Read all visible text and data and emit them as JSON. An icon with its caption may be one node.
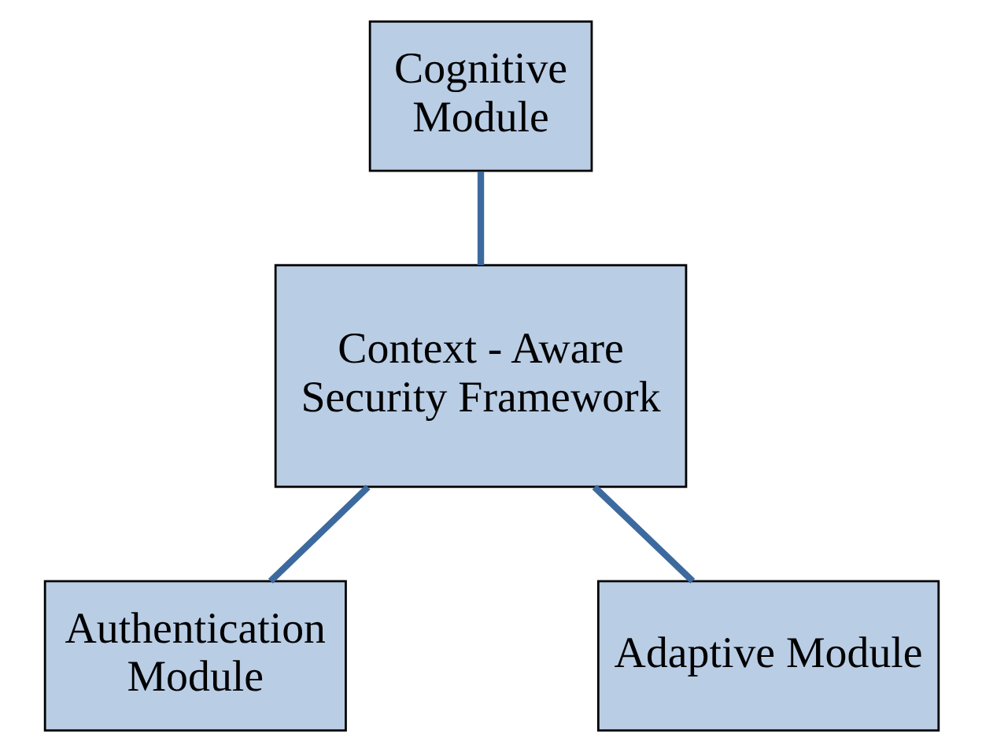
{
  "diagram": {
    "nodes": [
      {
        "text": [
          "Cognitive Module"
        ]
      },
      {
        "text": [
          "Context - Aware Security Framework"
        ]
      },
      {
        "text": [
          "Authentication Module"
        ]
      },
      {
        "text": [
          "Adaptive Module"
        ]
      }
    ],
    "edges": [
      {
        "from": 0,
        "to": 1,
        "arrow": "none"
      },
      {
        "from": 1,
        "to": 2,
        "arrow": "none"
      },
      {
        "from": 1,
        "to": 3,
        "arrow": "none"
      }
    ]
  }
}
